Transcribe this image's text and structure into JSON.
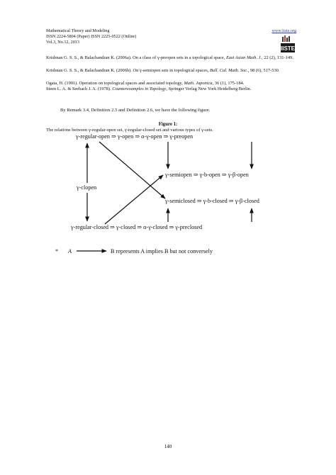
{
  "header": {
    "journal": "Mathematical Theory and Modeling",
    "issn": "ISSN 2224-5804 (Paper)    ISSN 2225-0522 (Online)",
    "volume": "Vol.3, No.12, 2013",
    "website": "www.iiste.org",
    "logo_text": "IISTE"
  },
  "references": [
    {
      "a": "Krishnan G. S. S., & Balachandran K. (2006a). On a class of γ-preopen sets in a topological space, ",
      "i": "East Asian Math. J.",
      "b": ", 22 (2), 131-149."
    },
    {
      "a": "Krishnan G. S. S., & Balachandran K. (2006b). On γ-semiopen sets in topological spaces, ",
      "i": "Bull. Cal. Math. Soc.",
      "b": ", 98 (6), 517-530."
    },
    {
      "a": "Ogata, H. (1991). Operation on topological spaces and associated topology, ",
      "i": "Math. Japonica",
      "b": ", 36 (1), 175-184."
    },
    {
      "a": "Steen L. A. & Seebach J. A. (1978). ",
      "i": "Counterexamples in Topology",
      "b": ", Springer Verlag New York Heidelberg Berlin."
    }
  ],
  "intro": "By Remark 3.4, Definition 2.5 and Definition 2.6, we have the following figure.",
  "figure_title": "Figure 1:",
  "figure_caption": "The relations between γ-regular-open set, γ-regular-closed set and various types of γ-sets.",
  "diagram": {
    "row1": "γ-regular-open  ⇒  γ-open  ⇒  α-γ-open  ⇒  γ-preopen",
    "row2": "γ-semiopen  ⇒  γ-b-open  ⇒  γ-β-open",
    "mid": "γ-clopen",
    "row3": "γ-semiclosed  ⇒  γ-b-closed  ⇒  γ-β-closed",
    "row4": "γ-regular-closed  ⇒  γ-closed  ⇒  α-γ-closed  ⇒  γ-preclosed",
    "legend_star": "*",
    "legend_a": "A",
    "legend_text": "B represents A implies B but not conversely"
  },
  "page_number": "140"
}
